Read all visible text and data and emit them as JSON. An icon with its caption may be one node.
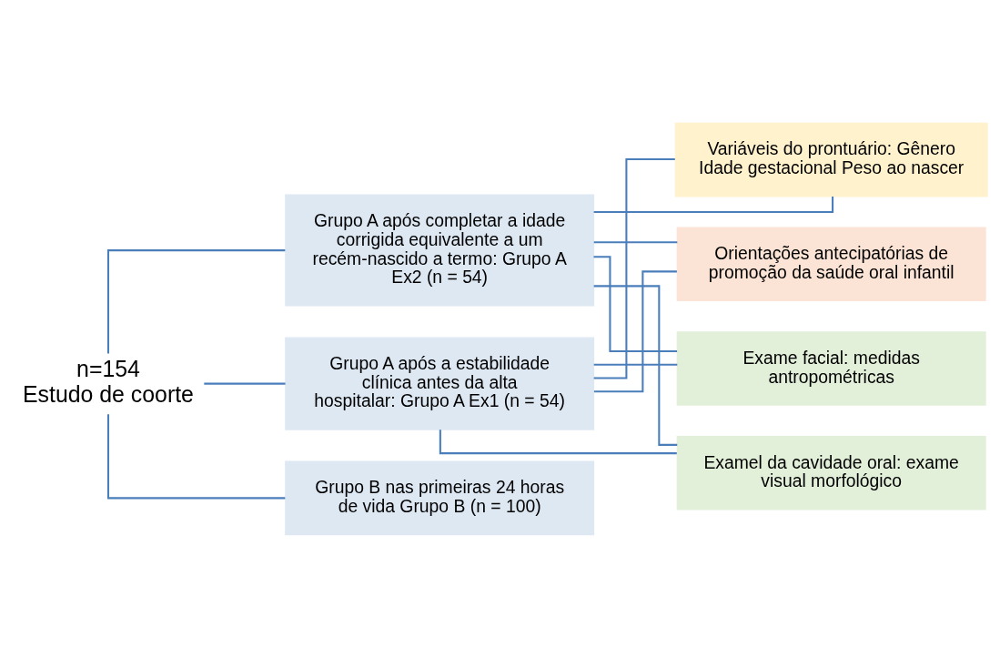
{
  "diagram": {
    "nodes": [
      {
        "text": [
          "n=154",
          "Estudo de coorte"
        ]
      },
      {
        "text": [
          "Grupo A após a estabilidade clínica antes da alta hospitalar: Grupo A Ex1 (n = 54)"
        ]
      },
      {
        "text": [
          "Grupo A após completar a idade corrigida equivalente a um recém-nascido a termo: Grupo A Ex2 (n = 54)"
        ]
      },
      {
        "text": [
          "Grupo B nas primeiras 24 horas de vida Grupo B (n = 100)"
        ]
      },
      {
        "text": [
          "Exame facial: medidas antropométricas"
        ]
      },
      {
        "text": [
          "Examel da cavidade oral: exame visual morfológico"
        ]
      },
      {
        "text": [
          "Variáveis do prontuário: Gênero Idade gestacional Peso ao nascer"
        ]
      },
      {
        "text": [
          "Orientações antecipatórias de promoção da saúde oral infantil"
        ]
      }
    ],
    "edges": [
      {
        "from": 0,
        "to": 1,
        "arrow": "none"
      },
      {
        "from": 0,
        "to": 2,
        "arrow": "none"
      },
      {
        "from": 0,
        "to": 3,
        "arrow": "none"
      },
      {
        "from": 1,
        "to": 4,
        "arrow": "none"
      },
      {
        "from": 1,
        "to": 5,
        "arrow": "none"
      },
      {
        "from": 1,
        "to": 6,
        "arrow": "none"
      },
      {
        "from": 1,
        "to": 7,
        "arrow": "none"
      },
      {
        "from": 2,
        "to": 4,
        "arrow": "none"
      },
      {
        "from": 2,
        "to": 5,
        "arrow": "none"
      },
      {
        "from": 2,
        "to": 6,
        "arrow": "none"
      },
      {
        "from": 2,
        "to": 7,
        "arrow": "none"
      }
    ]
  }
}
